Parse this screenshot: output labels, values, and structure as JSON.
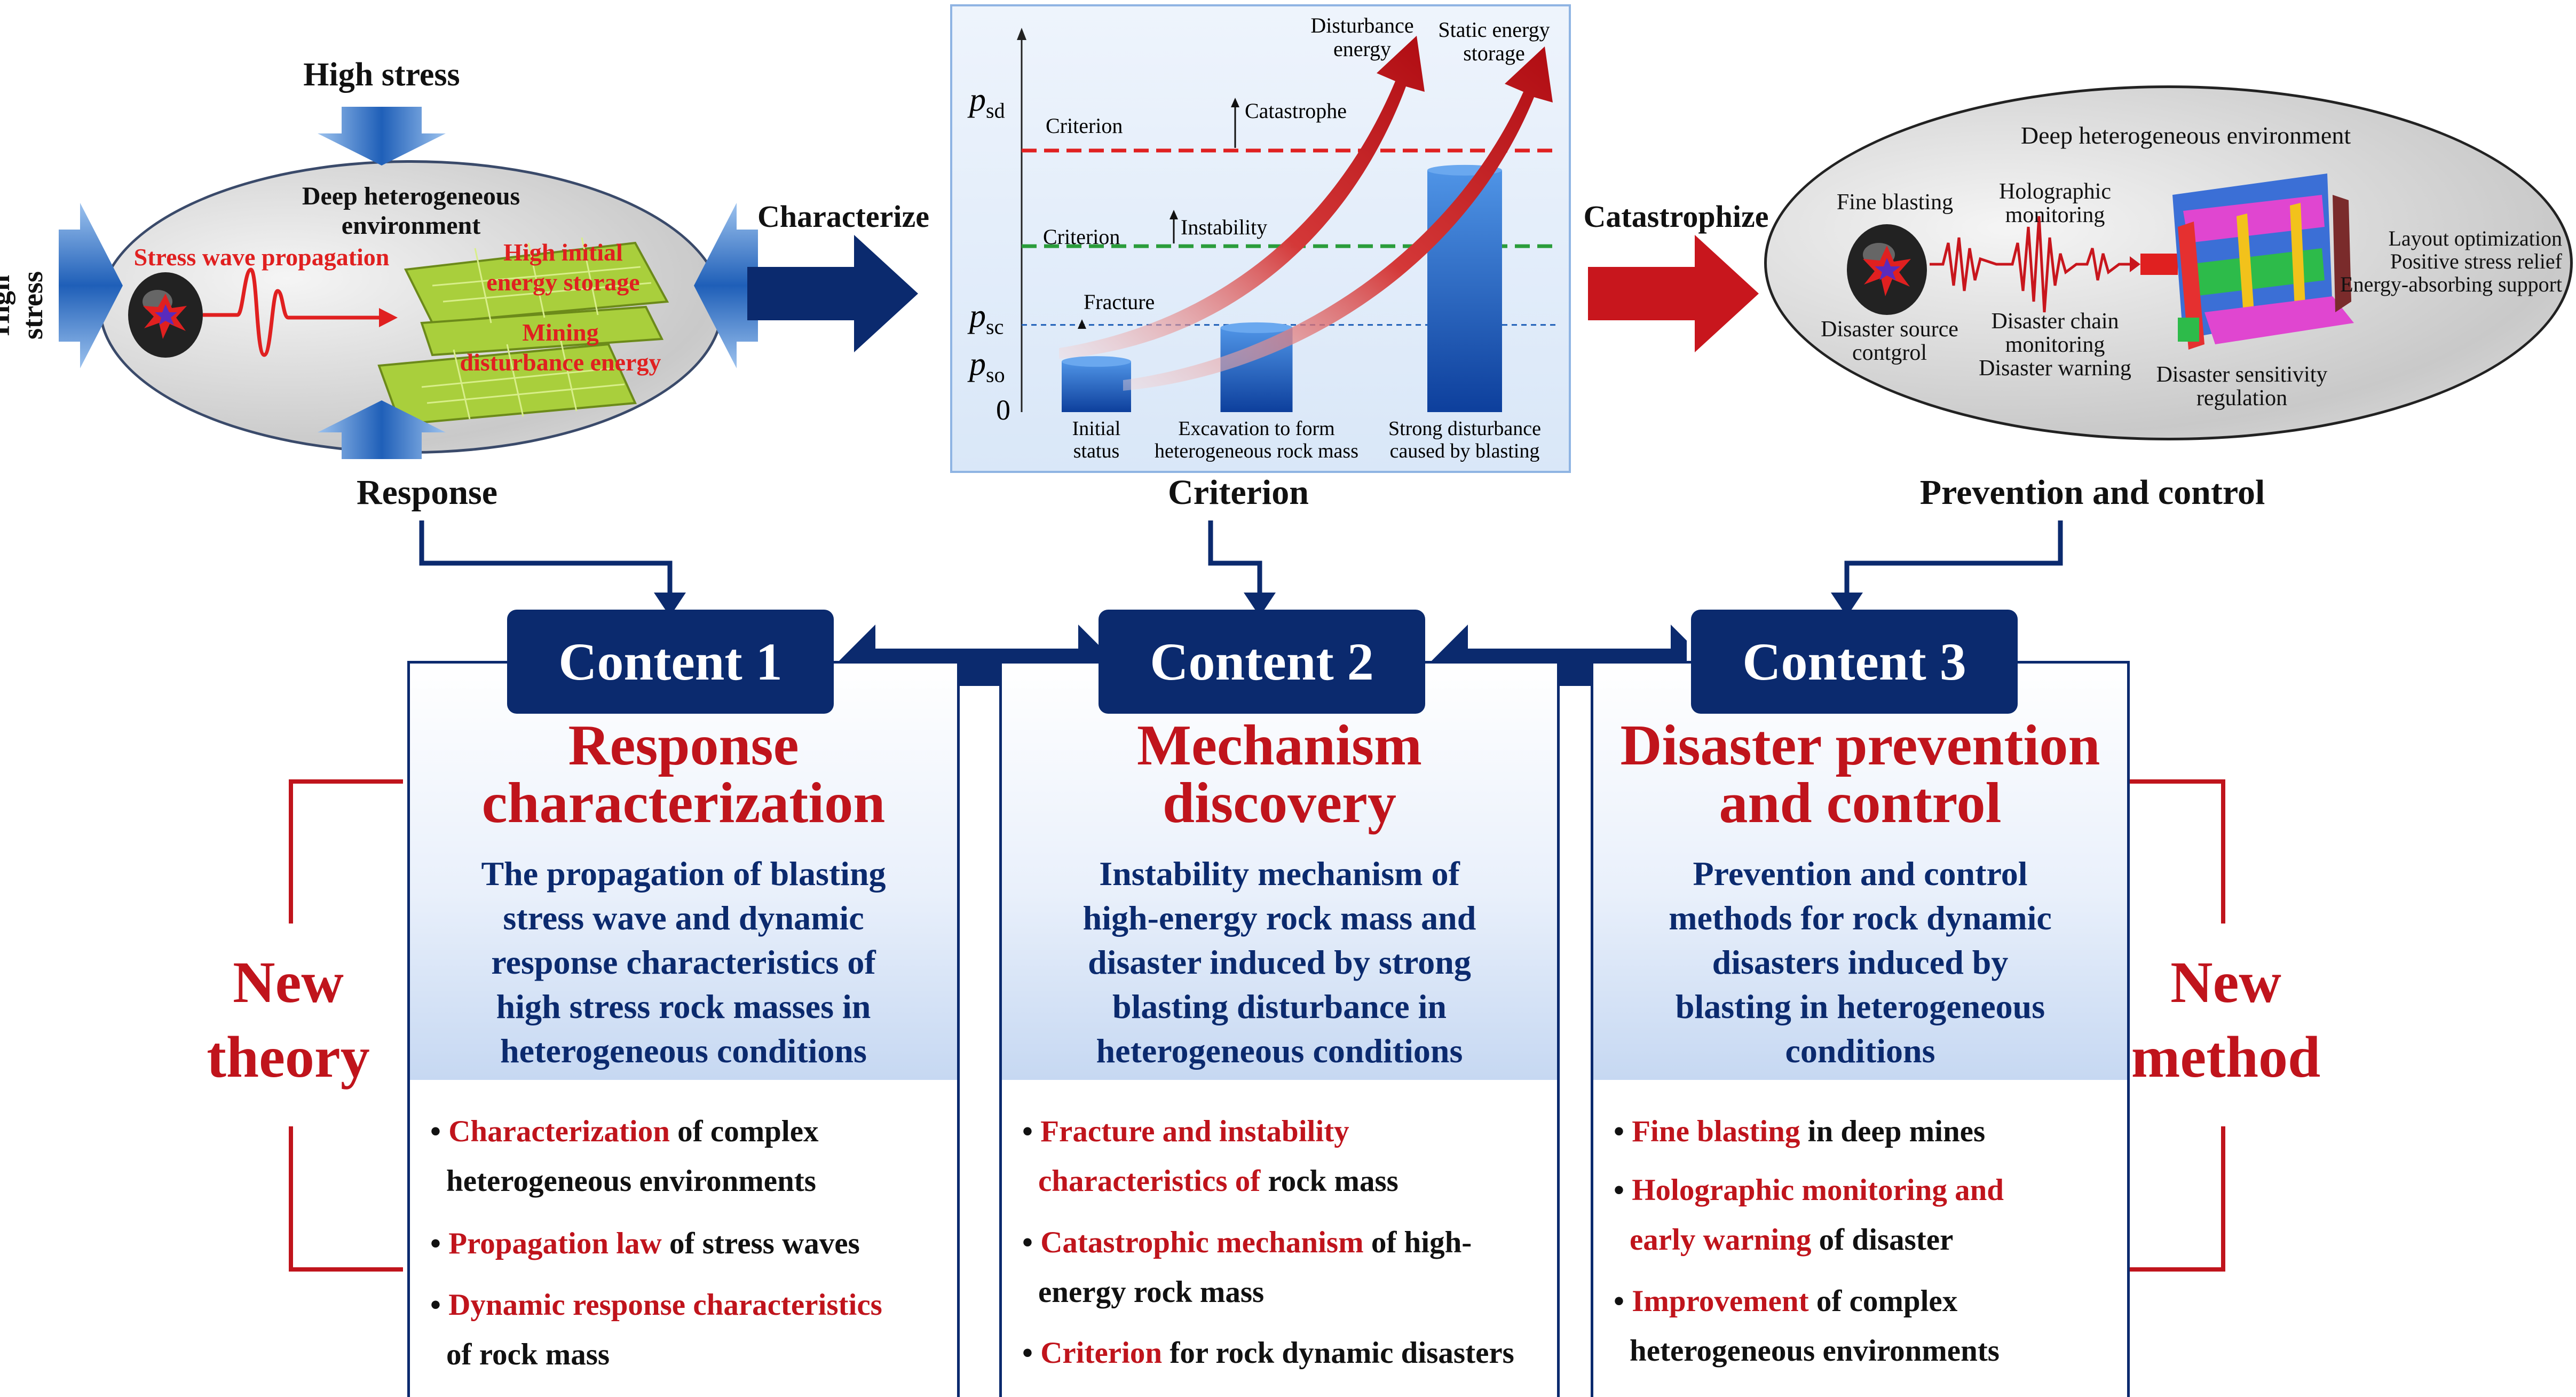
{
  "top_left": {
    "high_stress_top": "High stress",
    "high_stress_left": "High stress",
    "environment": "Deep heterogeneous environment",
    "stress_wave": "Stress wave propagation",
    "high_initial_line1": "High initial",
    "high_initial_line2": "energy storage",
    "mining_line1": "Mining",
    "mining_line2": "disturbance energy",
    "caption": "Response"
  },
  "arrow_left_label": "Characterize",
  "arrow_right_label": "Catastrophize",
  "chart": {
    "caption": "Criterion",
    "y_labels": [
      "p",
      "p",
      "p",
      "0"
    ],
    "y_subs": [
      "sd",
      "sc",
      "so"
    ],
    "criterion_upper": "Criterion",
    "criterion_lower": "Criterion",
    "catastrophe": "Catastrophe",
    "instability": "Instability",
    "fracture": "Fracture",
    "disturbance_energy_1": "Disturbance",
    "disturbance_energy_2": "energy",
    "static_energy_1": "Static energy",
    "static_energy_2": "storage",
    "cat1_line1": "Initial",
    "cat1_line2": "status",
    "cat2_line1": "Excavation to form",
    "cat2_line2": "heterogeneous rock mass",
    "cat3_line1": "Strong disturbance",
    "cat3_line2": "caused by blasting"
  },
  "chart_data": {
    "type": "bar",
    "categories": [
      "Initial status",
      "Excavation to form heterogeneous rock mass",
      "Strong disturbance caused by blasting"
    ],
    "values": [
      0.09,
      0.15,
      0.43
    ],
    "thresholds": [
      {
        "name": "p_so",
        "value": 0.06
      },
      {
        "name": "p_sc",
        "value": 0.155
      },
      {
        "name": "Criterion (green)",
        "value": 0.295
      },
      {
        "name": "p_sd",
        "value": 0.465
      }
    ],
    "ylim": [
      0,
      0.65
    ]
  },
  "top_right": {
    "environment": "Deep heterogeneous environment",
    "fine_blasting": "Fine blasting",
    "holographic_1": "Holographic",
    "holographic_2": "monitoring",
    "source_1": "Disaster source",
    "source_2": "contgrol",
    "chain_1": "Disaster chain",
    "chain_2": "monitoring",
    "chain_3": "Disaster warning",
    "layout_1": "Layout optimization",
    "layout_2": "Positive stress relief",
    "layout_3": "Energy-absorbing support",
    "sensitivity_1": "Disaster sensitivity",
    "sensitivity_2": "regulation",
    "caption": "Prevention and control"
  },
  "side_left": {
    "line1": "New",
    "line2": "theory"
  },
  "side_right": {
    "line1": "New",
    "line2": "method"
  },
  "content1": {
    "header": "Content 1",
    "title1": "Response",
    "title2": "characterization",
    "desc": [
      "The propagation of blasting",
      "stress wave and dynamic",
      "response characteristics of",
      "high stress rock masses in",
      "heterogeneous conditions"
    ],
    "b1_red": "Characterization",
    "b1_black": " of complex",
    "b1_cont": "heterogeneous environments",
    "b2_red": "Propagation law",
    "b2_black": " of stress waves",
    "b3_red": "Dynamic response characteristics",
    "b3_cont": "of rock mass"
  },
  "content2": {
    "header": "Content 2",
    "title1": "Mechanism",
    "title2": "discovery",
    "desc": [
      "Instability mechanism of",
      "high-energy rock mass and",
      "disaster induced by strong",
      "blasting disturbance in",
      "heterogeneous conditions"
    ],
    "b1_red": "Fracture and instability",
    "b1_cont_red": "characteristics of",
    "b1_cont_black": " rock mass",
    "b2_red": "Catastrophic mechanism",
    "b2_black": " of high-",
    "b2_cont": "energy rock mass",
    "b3_red": "Criterion",
    "b3_black": " for rock dynamic disasters"
  },
  "content3": {
    "header": "Content 3",
    "title1": "Disaster prevention",
    "title2": "and control",
    "desc": [
      "Prevention and control",
      "methods for rock dynamic",
      "disasters induced by",
      "blasting in heterogeneous",
      "conditions"
    ],
    "b1_red": "Fine blasting",
    "b1_black": " in deep mines",
    "b2_red": "Holographic monitoring and",
    "b2_cont_red": "early warning",
    "b2_cont_black": " of disaster",
    "b3_red": "Improvement",
    "b3_black": " of complex",
    "b3_cont": "heterogeneous environments"
  }
}
